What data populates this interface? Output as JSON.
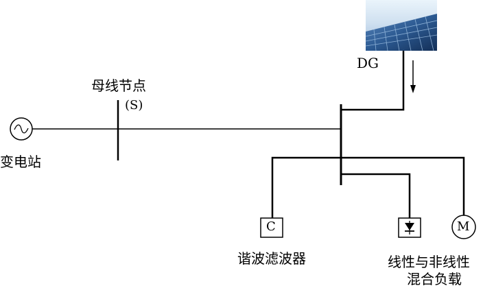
{
  "labels": {
    "substation": "变电站",
    "bus_node_title": "母线节点",
    "bus_node_symbol": "(S)",
    "dg": "DG",
    "harmonic_filter": "谐波滤波器",
    "filter_box_letter": "C",
    "motor_letter": "M",
    "load_line1": "线性与非线性",
    "load_line2": "混合负载"
  },
  "icons": {
    "source": "ac-source-icon",
    "solar": "solar-panel-icon",
    "diode": "diode-icon",
    "motor": "motor-icon"
  },
  "colors": {
    "line": "#000000",
    "sky_top": "#e9f3fb",
    "panel_dark": "#17355f",
    "panel_mid": "#3d6fa6"
  }
}
